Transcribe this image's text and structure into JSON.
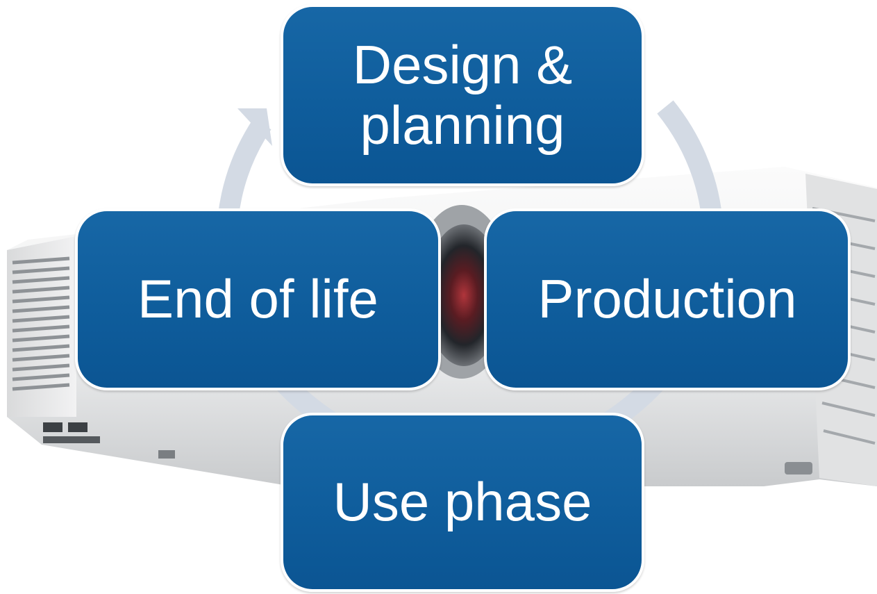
{
  "diagram": {
    "type": "cycle",
    "accent_color": "#0f5d9c",
    "ring_color": "#d3dae4",
    "background_image": "projector",
    "stages": [
      {
        "label": "Design &\nplanning"
      },
      {
        "label": "Production"
      },
      {
        "label": "Use phase"
      },
      {
        "label": "End of life"
      }
    ]
  }
}
